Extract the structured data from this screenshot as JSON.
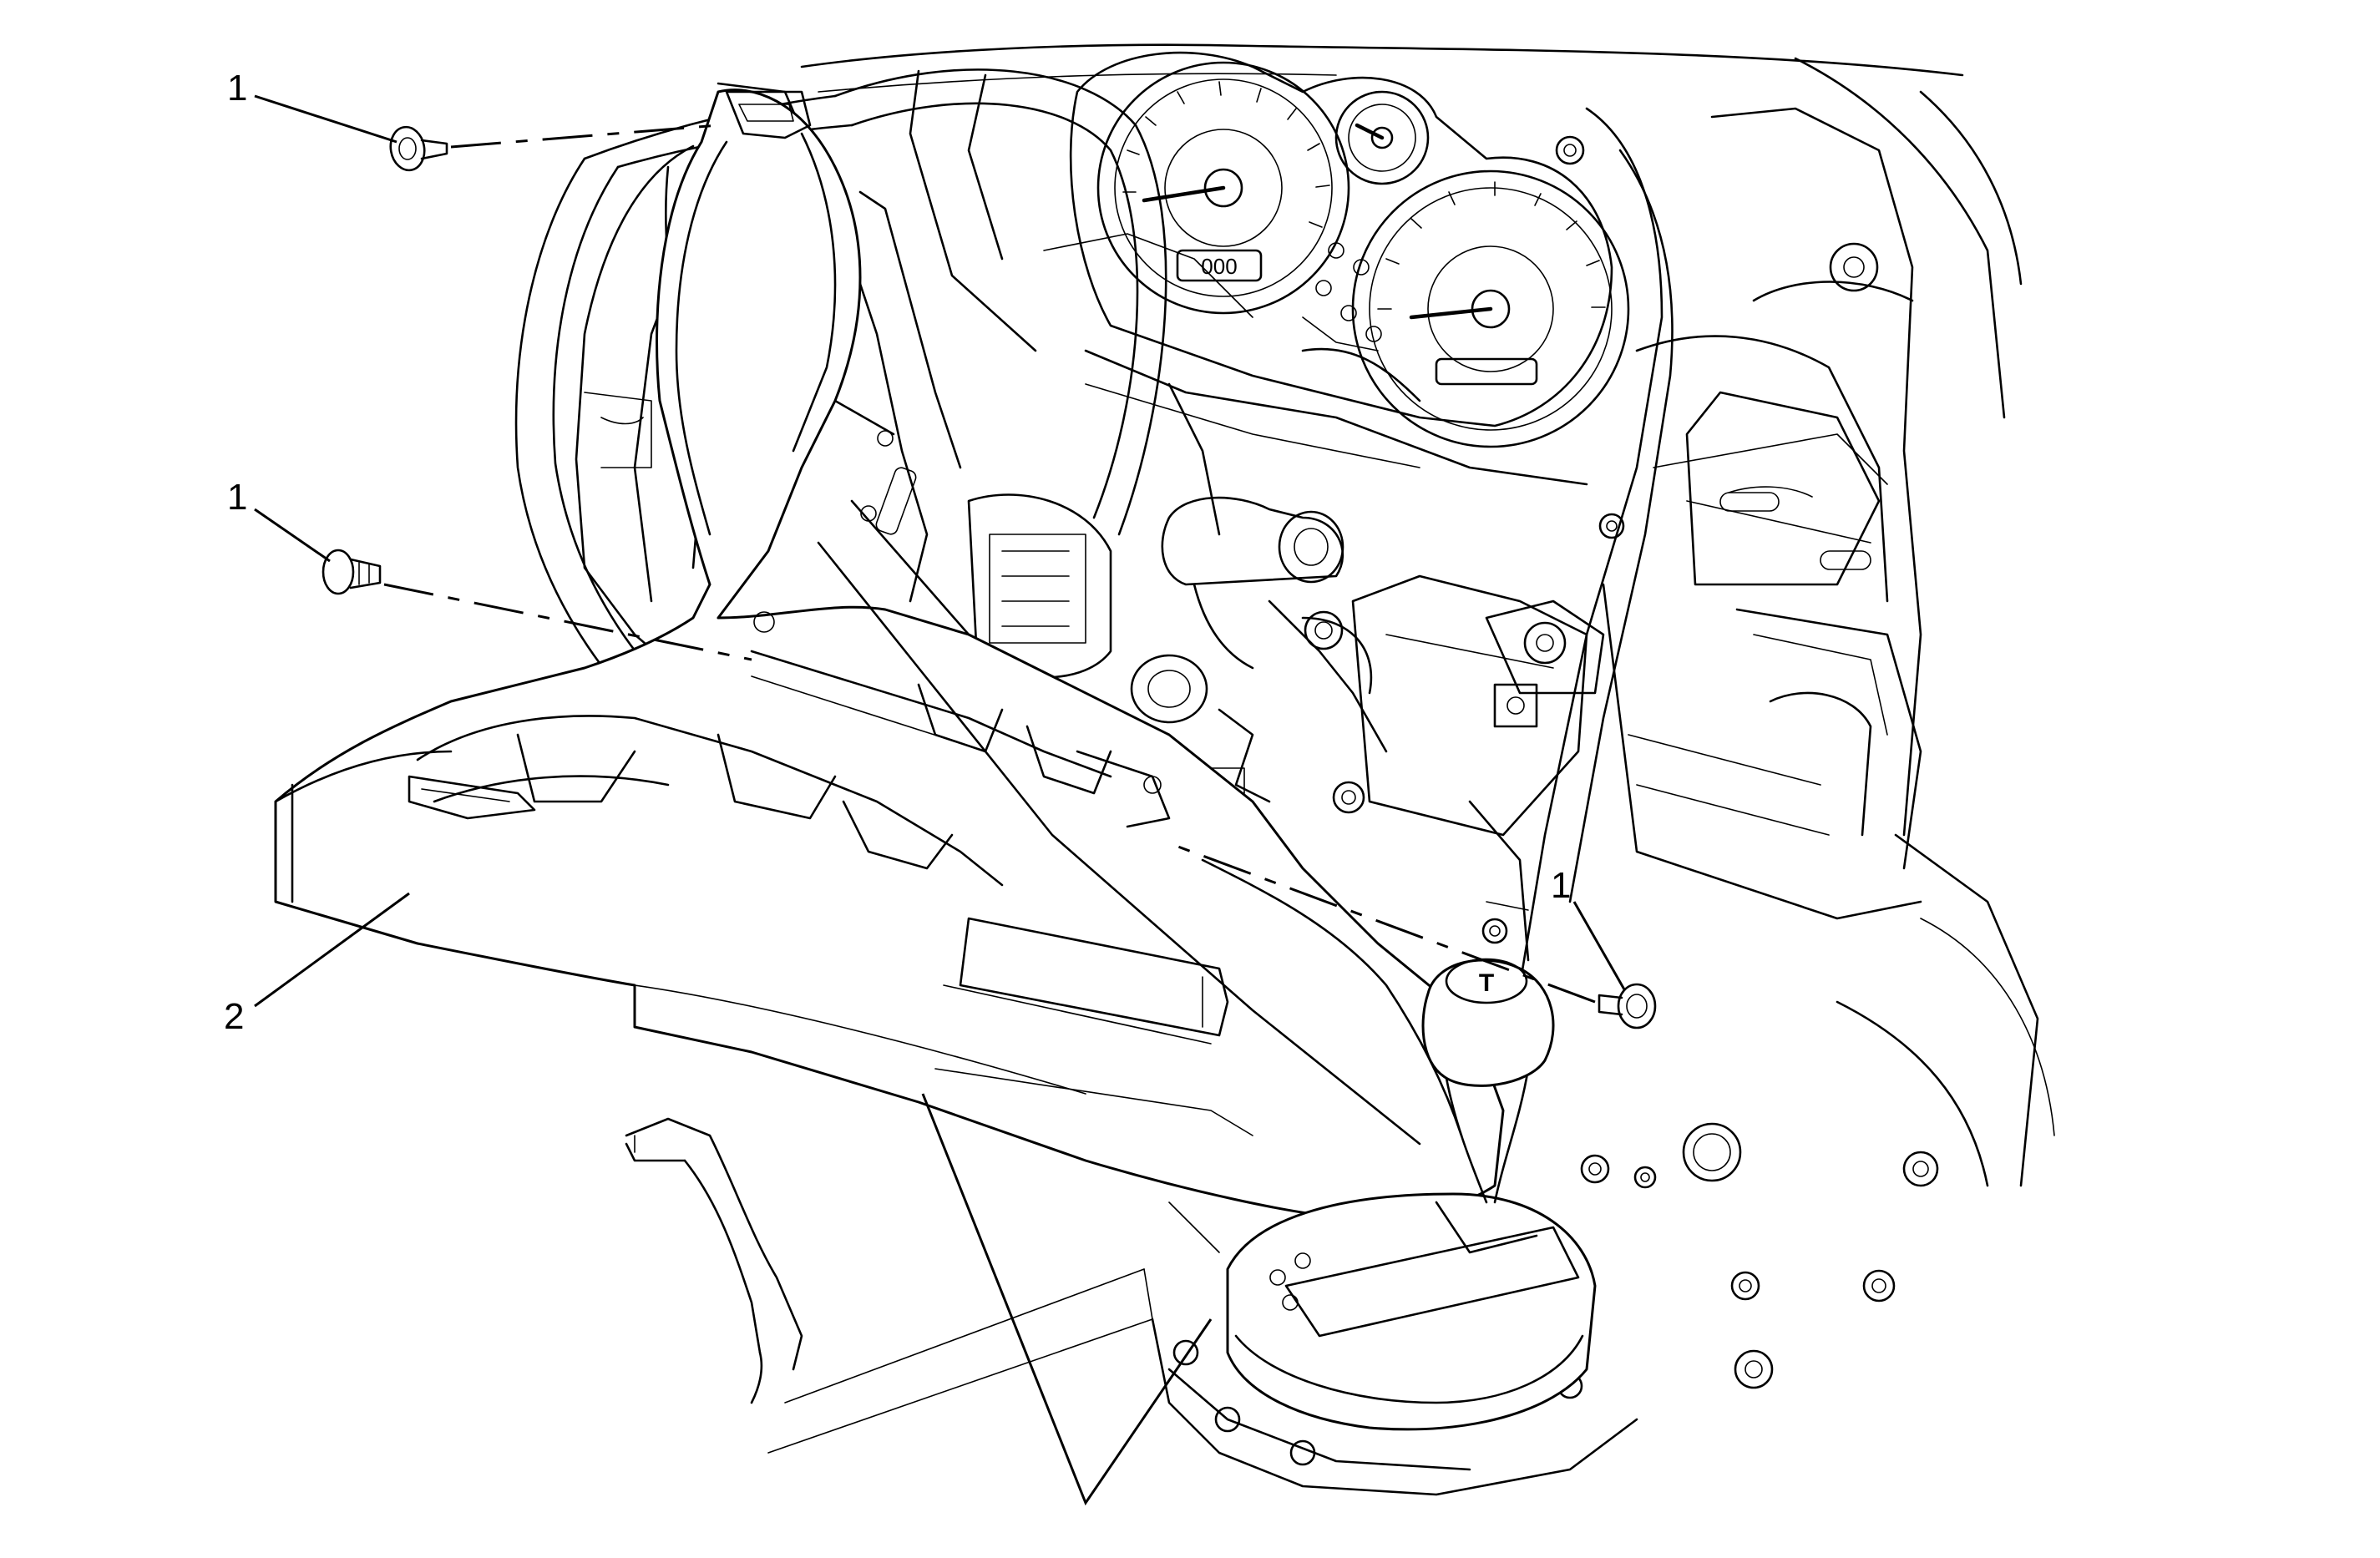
{
  "callouts": [
    {
      "id": "fastener-top",
      "label": "1"
    },
    {
      "id": "fastener-middle",
      "label": "1"
    },
    {
      "id": "fastener-right",
      "label": "1"
    },
    {
      "id": "console-panel",
      "label": "2"
    }
  ],
  "gauge": {
    "speedometer_odometer": "000",
    "shift_knob_letter": "T"
  },
  "colors": {
    "line": "#000000",
    "background": "#ffffff"
  }
}
